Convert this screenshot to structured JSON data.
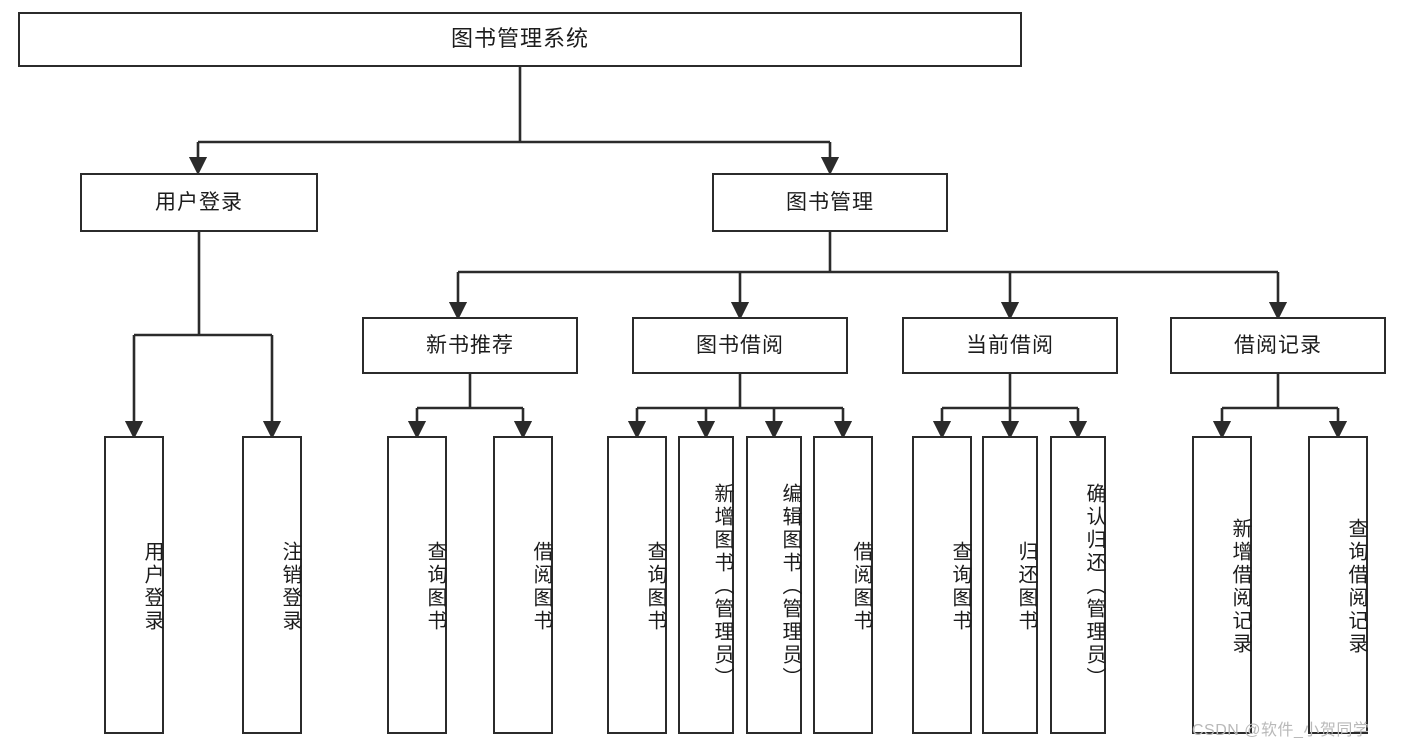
{
  "diagram": {
    "title": "图书管理系统",
    "type": "tree",
    "background_color": "#ffffff",
    "box_border_color": "#2b2b2b",
    "text_color": "#1c1c1c"
  },
  "root": {
    "label": "图书管理系统"
  },
  "level2": [
    {
      "label": "用户登录"
    },
    {
      "label": "图书管理"
    }
  ],
  "level3": [
    {
      "label": "新书推荐"
    },
    {
      "label": "图书借阅"
    },
    {
      "label": "当前借阅"
    },
    {
      "label": "借阅记录"
    }
  ],
  "leaves": {
    "user_login": [
      {
        "label": "用户登录"
      },
      {
        "label": "注销登录"
      }
    ],
    "new_book_recommend": [
      {
        "label": "查询图书"
      },
      {
        "label": "借阅图书"
      }
    ],
    "book_borrow": [
      {
        "label": "查询图书"
      },
      {
        "label": "新增图书（管理员）"
      },
      {
        "label": "编辑图书（管理员）"
      },
      {
        "label": "借阅图书"
      }
    ],
    "current_borrow": [
      {
        "label": "查询图书"
      },
      {
        "label": "归还图书"
      },
      {
        "label": "确认归还（管理员）"
      }
    ],
    "borrow_record": [
      {
        "label": "新增借阅记录"
      },
      {
        "label": "查询借阅记录"
      }
    ]
  },
  "watermark": {
    "text": "CSDN @软件_小贺同学"
  }
}
